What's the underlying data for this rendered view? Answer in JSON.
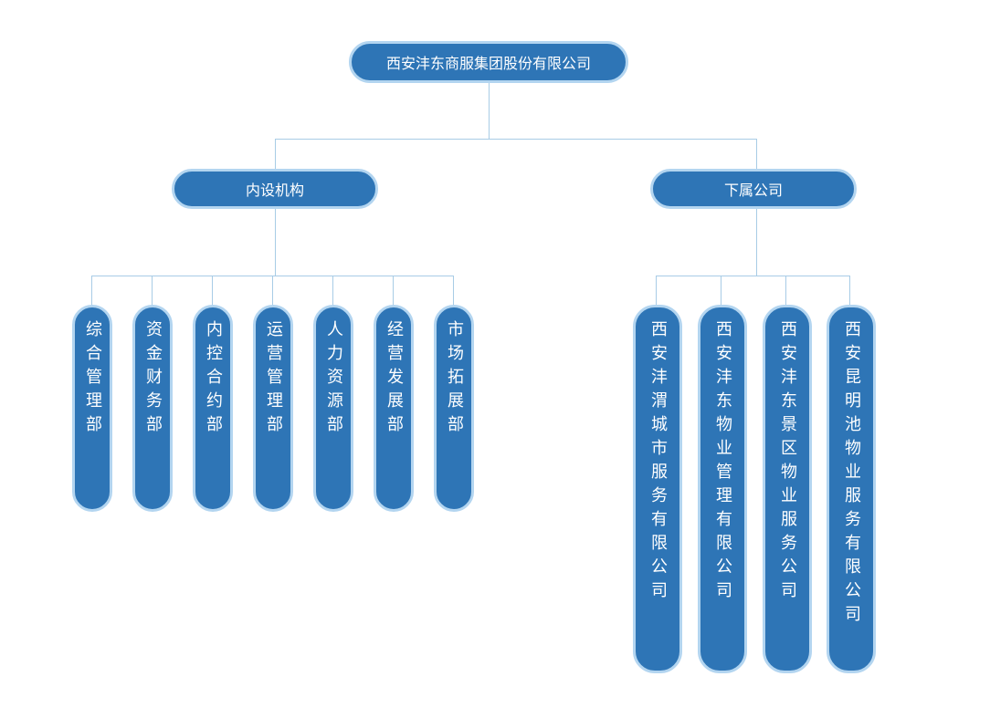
{
  "root": {
    "label": "西安沣东商服集团股份有限公司"
  },
  "internal": {
    "label": "内设机构",
    "departments": [
      "综合管理部",
      "资金财务部",
      "内控合约部",
      "运营管理部",
      "人力资源部",
      "经营发展部",
      "市场拓展部"
    ]
  },
  "subsidiaries": {
    "label": "下属公司",
    "companies": [
      "西安沣渭城市服务有限公司",
      "西安沣东物业管理有限公司",
      "西安沣东景区物业服务公司",
      "西安昆明池物业服务有限公司"
    ]
  },
  "colors": {
    "node_fill": "#2e75b6",
    "node_border": "#b3d5f0",
    "connector": "#a8cce6"
  }
}
